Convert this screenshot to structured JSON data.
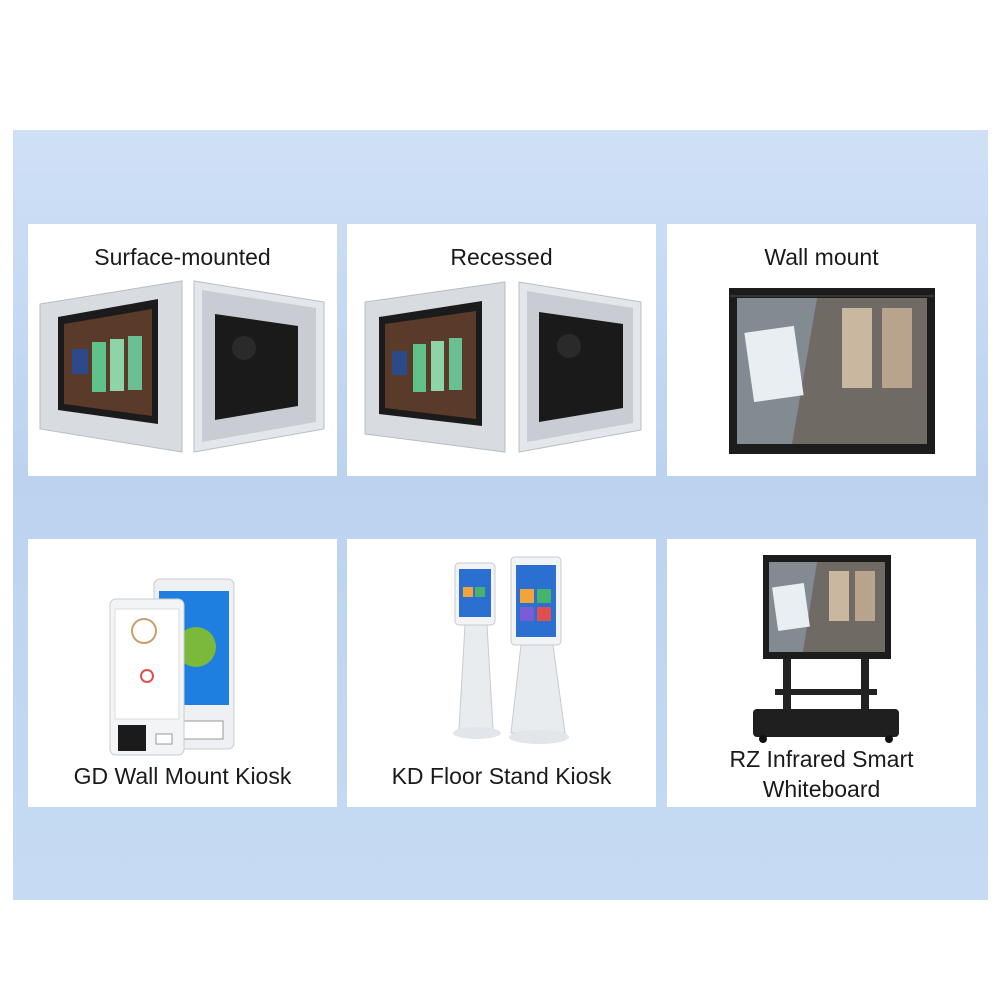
{
  "products": [
    {
      "label": "Surface-mounted"
    },
    {
      "label": "Recessed"
    },
    {
      "label": "Wall mount"
    },
    {
      "label": "GD Wall Mount Kiosk"
    },
    {
      "label": "KD Floor Stand Kiosk"
    },
    {
      "label_line1": "RZ Infrared Smart",
      "label_line2": "Whiteboard"
    }
  ],
  "colors": {
    "panel_background": "#c6dbf3",
    "card_background": "#ffffff",
    "bezel": "#1c1c1c",
    "frame_metal": "#d2d6db",
    "kiosk_body": "#eef0f3",
    "kiosk_screen_blue": "#1e7fe0"
  }
}
